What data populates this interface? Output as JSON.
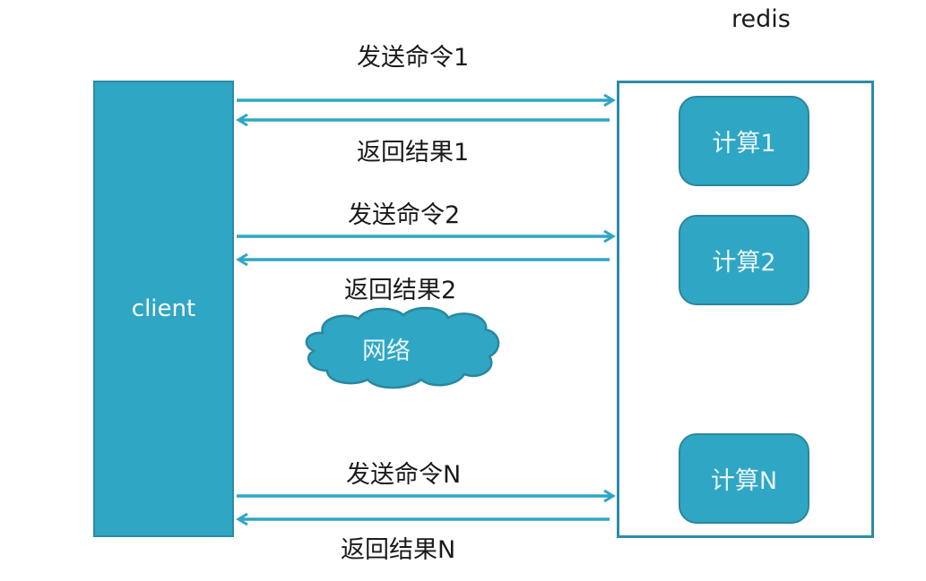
{
  "diagram": {
    "server_title": "redis",
    "client_label": "client",
    "network_label": "网络",
    "colors": {
      "primary": "#2fa6c4",
      "border": "#2a8ca6",
      "text": "#1a1a1a"
    },
    "exchanges": [
      {
        "send": "发送命令1",
        "return": "返回结果1",
        "compute": "计算1"
      },
      {
        "send": "发送命令2",
        "return": "返回结果2",
        "compute": "计算2"
      },
      {
        "send": "发送命令N",
        "return": "返回结果N",
        "compute": "计算N"
      }
    ]
  }
}
